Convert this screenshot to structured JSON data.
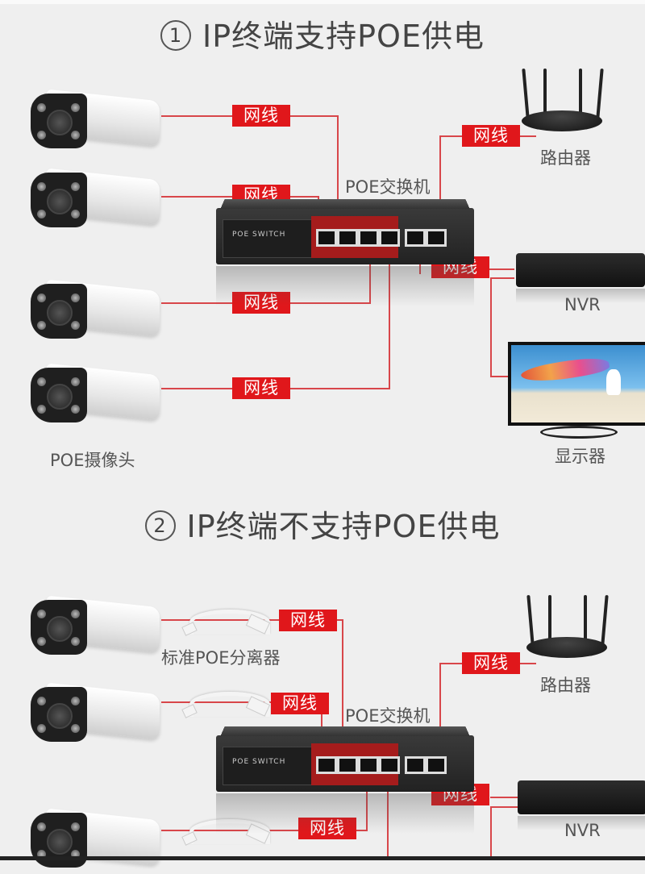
{
  "sections": [
    {
      "number": "①",
      "title": "IP终端支持POE供电",
      "cable_label": "网线",
      "switch_label": "POE交换机",
      "switch_brand": "POE SWITCH",
      "router_label": "路由器",
      "nvr_label": "NVR",
      "monitor_label": "显示器",
      "camera_label": "POE摄像头",
      "camera_count": 4
    },
    {
      "number": "②",
      "title": "IP终端不支持POE供电",
      "cable_label": "网线",
      "switch_label": "POE交换机",
      "switch_brand": "POE SWITCH",
      "router_label": "路由器",
      "nvr_label": "NVR",
      "splitter_label": "标准POE分离器",
      "camera_count": 3
    }
  ],
  "colors": {
    "background": "#efefef",
    "label_red": "#e0171b",
    "wire_red": "#d8464a",
    "text_gray": "#555555"
  }
}
